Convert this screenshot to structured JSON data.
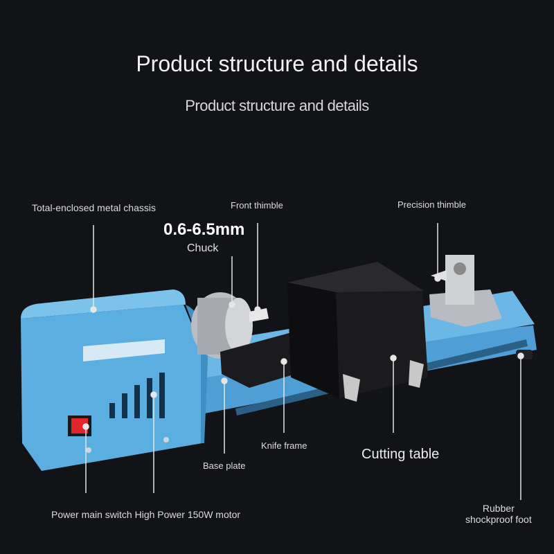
{
  "header": {
    "title": "Product structure and details",
    "subtitle": "Product structure and details"
  },
  "labels": {
    "chassis": "Total-enclosed metal chassis",
    "front_thimble": "Front thimble",
    "precision_thimble": "Precision thimble",
    "chuck_size": "0.6-6.5mm",
    "chuck": "Chuck",
    "knife_frame": "Knife frame",
    "cutting_table": "Cutting table",
    "base_plate": "Base plate",
    "power_motor": "Power main switch High Power 150W motor",
    "rubber_line1": "Rubber",
    "rubber_line2": "shockproof foot"
  },
  "colors": {
    "background": "#121316",
    "machine_blue": "#5aaee0",
    "machine_blue_dark": "#3f8fc4",
    "chuck_metal": "#b9bcc0",
    "steel_black": "#1b1b1d",
    "switch_red": "#e0262a",
    "callout_line": "#e6e6e6"
  }
}
